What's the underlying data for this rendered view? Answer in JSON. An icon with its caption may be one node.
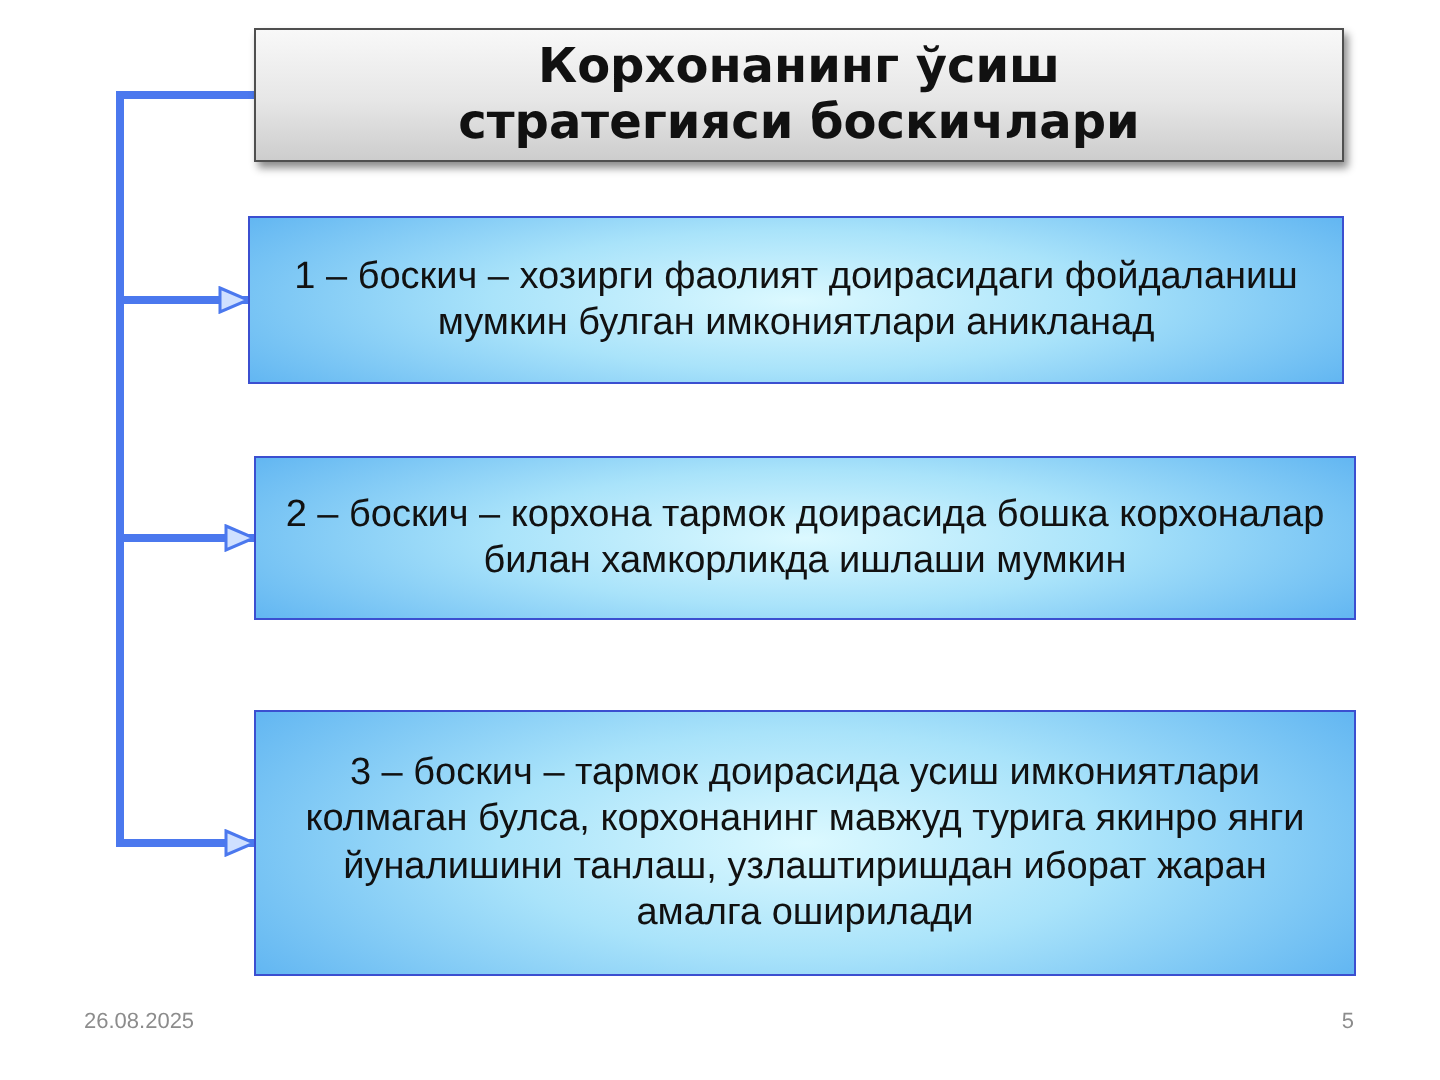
{
  "diagram": {
    "nodes": [
      {
        "text": [
          "Корхонанинг ўсиш стратегияси боскичлари"
        ]
      },
      {
        "text": [
          "1 – боскич – хозирги фаолият доирасидаги фойдаланиш мумкин булган имкониятлари аникланад"
        ]
      },
      {
        "text": [
          "2 – боскич – корхона тармок доирасида бошка корхоналар билан хамкорликда ишлаши мумкин"
        ]
      },
      {
        "text": [
          "3 – боскич – тармок доирасида усиш имкониятлари колмаган булса, корхонанинг мавжуд турига якинро янги йуналишини танлаш, узлаштиришдан иборат жаран амалга оширилади"
        ]
      }
    ],
    "edges": [
      {
        "from": 0,
        "to": 1,
        "arrow": "to"
      },
      {
        "from": 0,
        "to": 2,
        "arrow": "to"
      },
      {
        "from": 0,
        "to": 3,
        "arrow": "to"
      }
    ],
    "labels": [
      "26.08.2025",
      "5"
    ]
  }
}
